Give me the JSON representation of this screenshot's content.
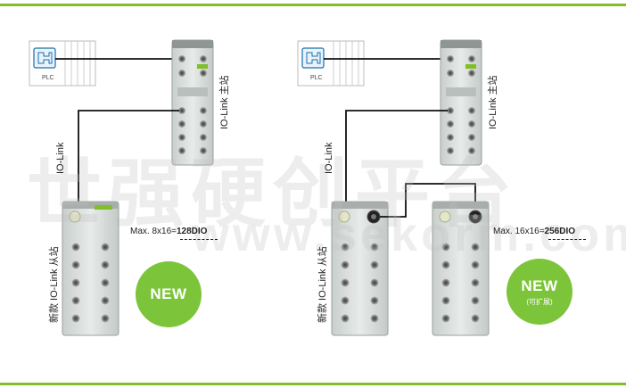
{
  "diagram_left": {
    "plc_label": "PLC",
    "iolink_line_label": "IO-Link",
    "master_label": "IO-Link 主站",
    "slave_label": "新款 IO-Link 从站",
    "capacity_prefix": "Max. 8x16=",
    "capacity_value": "128DIO",
    "badge_text": "NEW"
  },
  "diagram_right": {
    "plc_label": "PLC",
    "iolink_line_label": "IO-Link",
    "master_label": "IO-Link 主站",
    "slave_label": "新款 IO-Link 从站",
    "capacity_prefix": "Max. 16x16=",
    "capacity_value": "256DIO",
    "badge_text": "NEW",
    "badge_subtext": "(可扩展)"
  },
  "watermark": {
    "cn": "世强硬创平台",
    "en": "www.sekorm.com"
  },
  "colors": {
    "accent_green": "#7fbf2a",
    "badge_green": "#7cc53a",
    "module_gray": "#d7dcd9",
    "line": "#111111"
  }
}
